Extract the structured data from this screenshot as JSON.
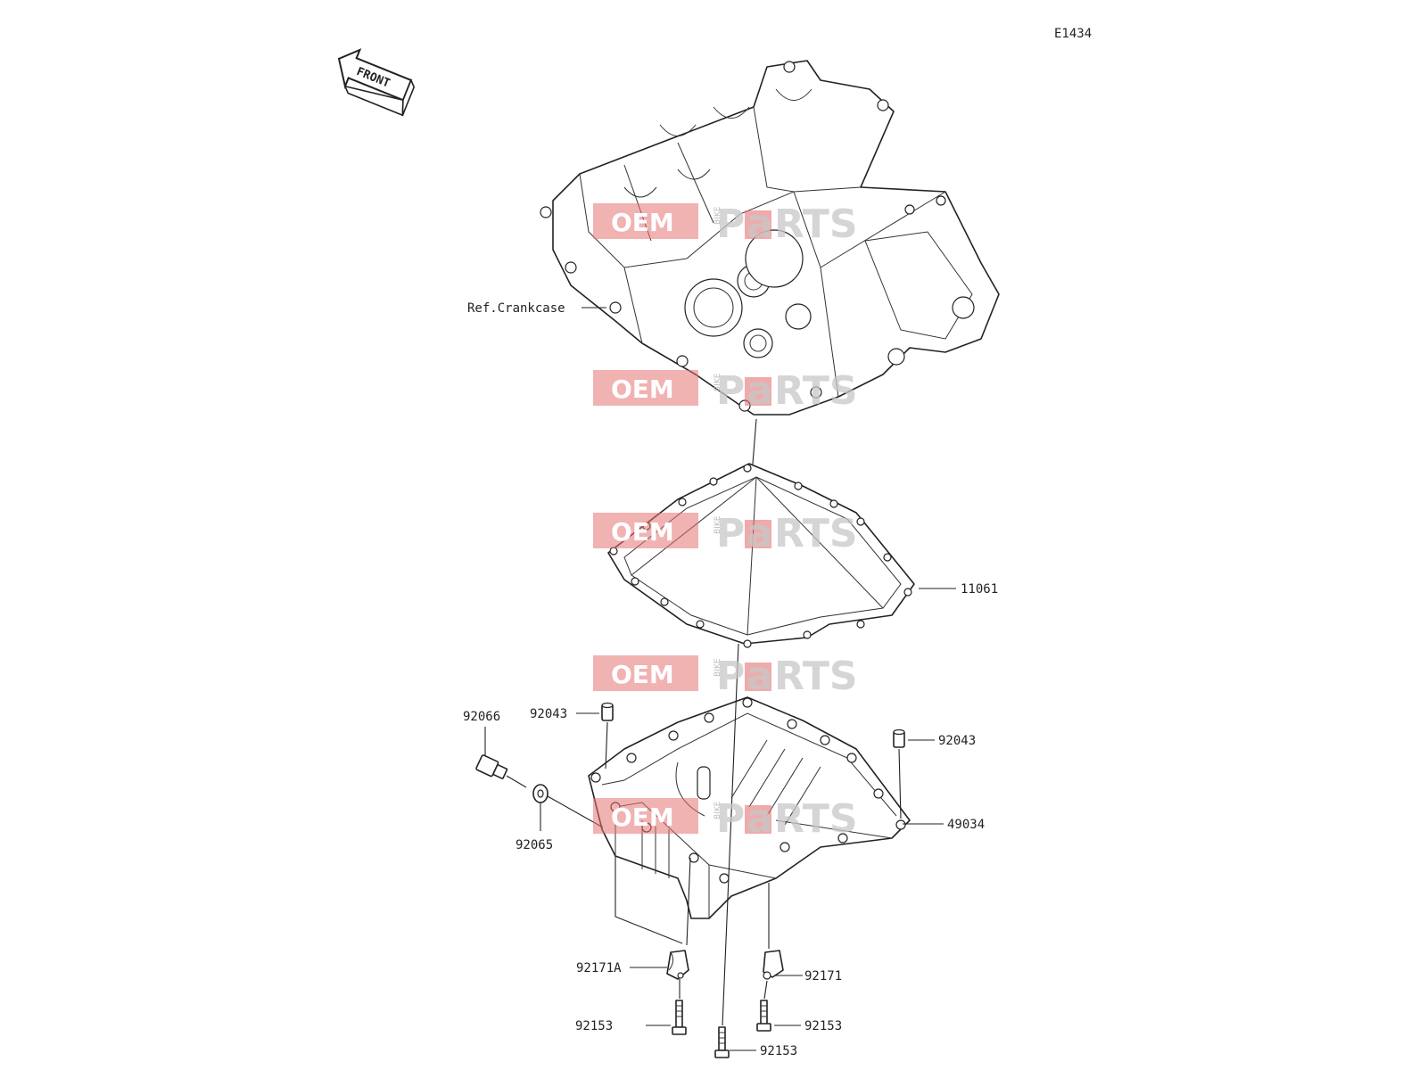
{
  "diagram_code": "E1434",
  "front_label": "FRONT",
  "watermark": {
    "left": "OEM",
    "middle": "BIKE",
    "right_p": "P",
    "right_a": "a",
    "right_rts": "RTS"
  },
  "labels": {
    "ref_crankcase": "Ref.Crankcase",
    "gasket": "11061",
    "oil_pan": "49034",
    "dowel_left": "92043",
    "dowel_right": "92043",
    "drain_plug": "92066",
    "washer": "92065",
    "clamp_a": "92171A",
    "clamp": "92171",
    "bolt_left": "92153",
    "bolt_right": "92153",
    "bolt_center": "92153"
  },
  "colors": {
    "line": "#222222",
    "watermark_red": "#e57373",
    "watermark_gray": "#c8c8c8"
  }
}
